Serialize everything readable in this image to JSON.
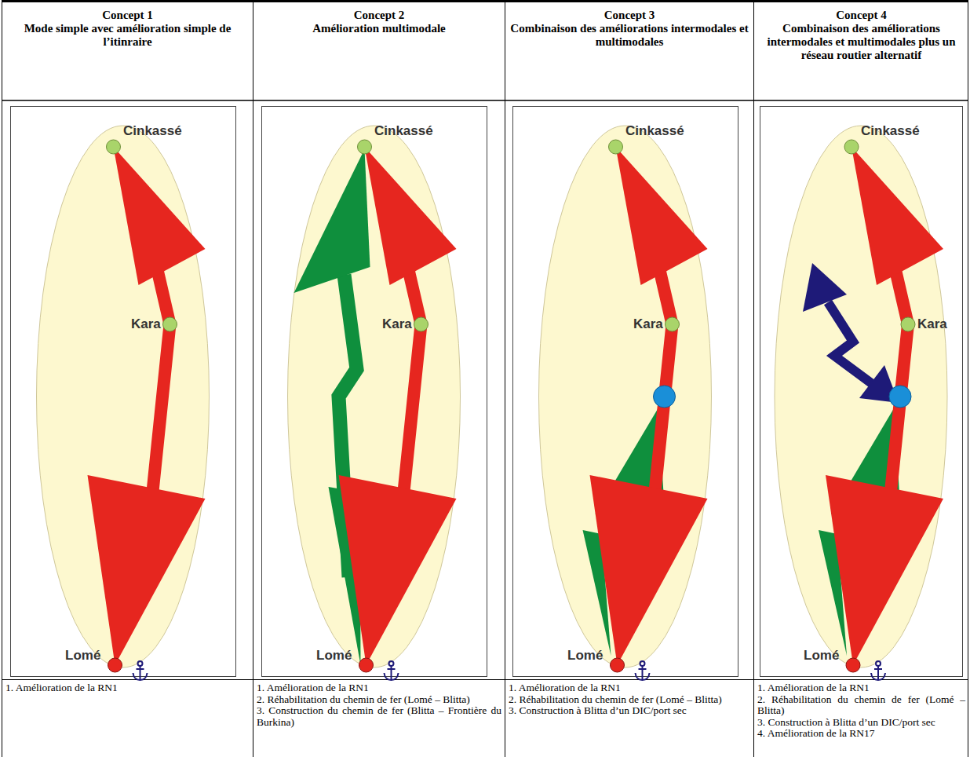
{
  "diagram": {
    "labels": [
      "Concept 1",
      "Mode simple avec amélioration simple de l’itinraire",
      "Concept 2",
      "Amélioration multimodale",
      "Concept 3",
      "Combinaison des améliorations intermodales et multimodales",
      "Concept 4",
      "Combinaison des améliorations intermodales et multimodales plus un réseau routier alternatif",
      "Cinkassé",
      "Kara",
      "Lomé",
      "Cinkassé",
      "Kara",
      "Lomé",
      "Cinkassé",
      "Kara",
      "Lomé",
      "Cinkassé",
      "Kara",
      "Lomé",
      "1. Amélioration de la RN1",
      "1. Amélioration de la RN1",
      "2. Réhabilitation du chemin de fer (Lomé – Blitta)",
      "3. Construction du chemin de fer (Blitta – Frontière du Burkina)",
      "1. Amélioration de la RN1",
      "2. Réhabilitation du chemin de fer (Lomé – Blitta)",
      "3. Construction à Blitta d’un DIC/port sec",
      "1. Amélioration de la RN1",
      "2. Réhabilitation du chemin de fer (Lomé – Blitta)",
      "3. Construction à Blitta d’un DIC/port sec",
      "4. Amélioration de la RN17"
    ]
  }
}
